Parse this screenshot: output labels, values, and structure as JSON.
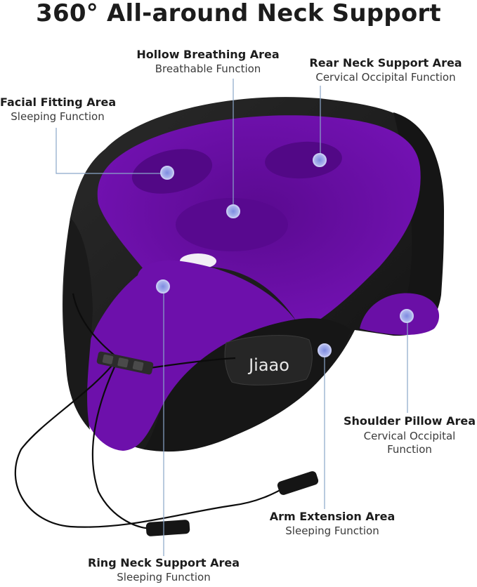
{
  "title": "360° All-around Neck Support",
  "brand": "Jiaao",
  "colors": {
    "pillow_black": "#1e1e1e",
    "pillow_purple": "#6a0fa6",
    "marker": "#8f9bd8",
    "leader_line": "#8aa6c9"
  },
  "callouts": {
    "hollow": {
      "name": "Hollow Breathing Area",
      "function": "Breathable Function"
    },
    "rear": {
      "name": "Rear Neck Support Area",
      "function": "Cervical Occipital Function"
    },
    "facial": {
      "name": "Facial Fitting Area",
      "function": "Sleeping Function"
    },
    "shoulder": {
      "name": "Shoulder Pillow Area",
      "function": "Cervical Occipital Function"
    },
    "arm": {
      "name": "Arm Extension Area",
      "function": "Sleeping Function"
    },
    "ring": {
      "name": "Ring Neck Support Area",
      "function": "Sleeping Function"
    }
  }
}
